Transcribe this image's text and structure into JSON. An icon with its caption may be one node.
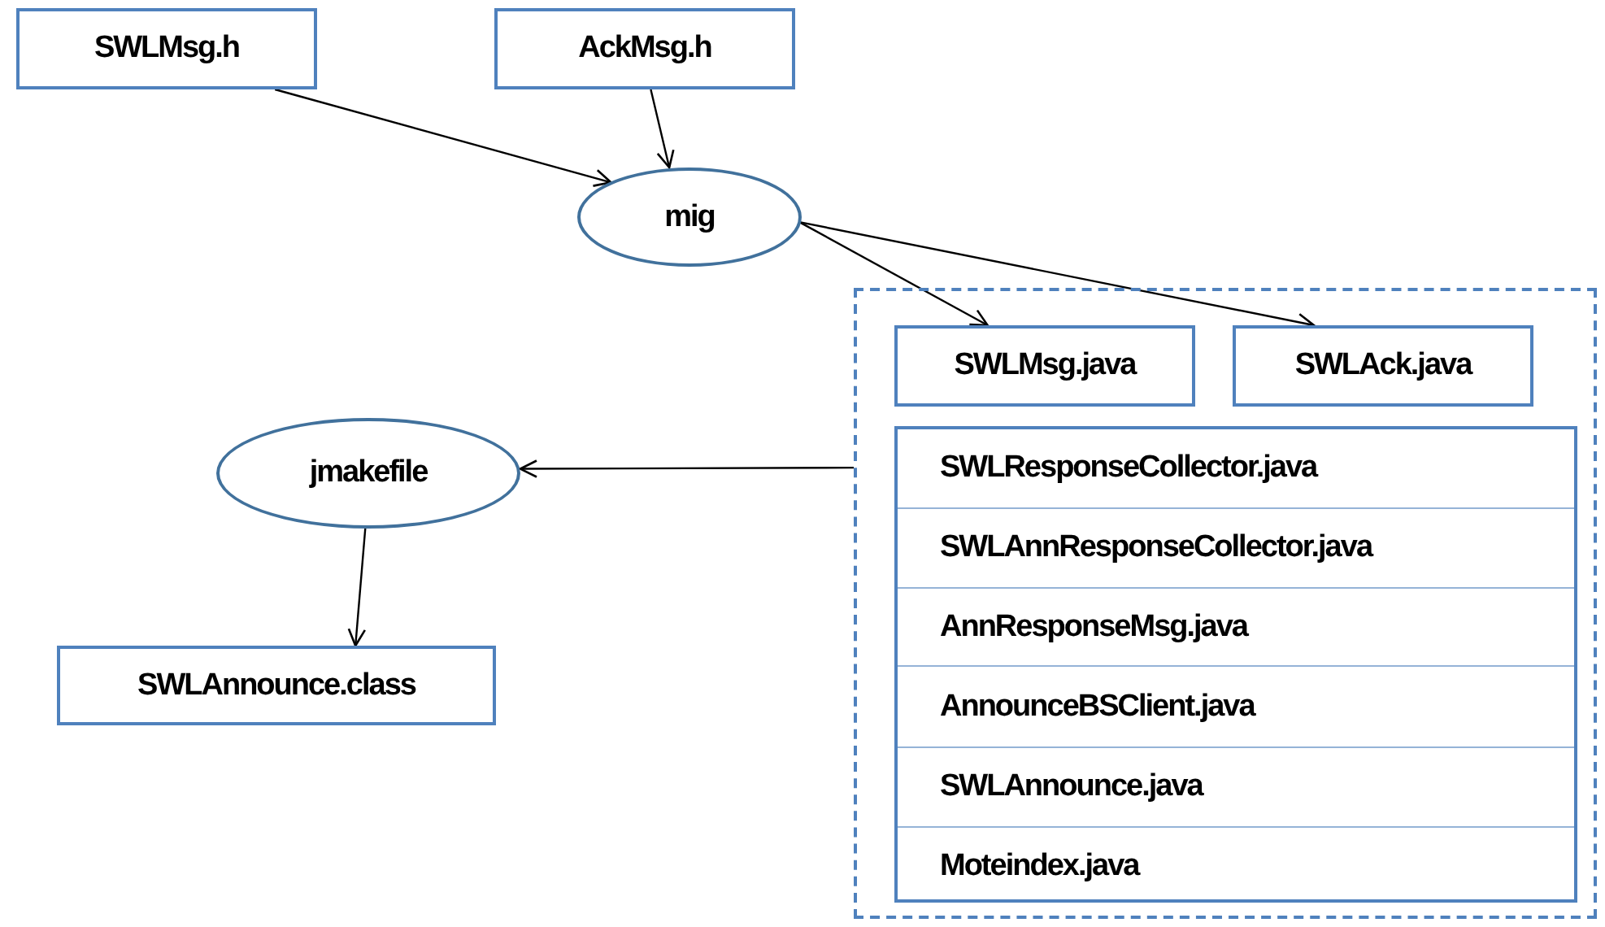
{
  "diagram": {
    "nodes": [
      {
        "text": [
          "SWLMsg.h"
        ]
      },
      {
        "text": [
          "AckMsg.h"
        ]
      },
      {
        "text": [
          "mig"
        ]
      },
      {
        "text": [],
        "shape": "box"
      },
      {
        "text": [
          "SWLMsg.java"
        ],
        "in": 3
      },
      {
        "text": [
          "SWLAck.java"
        ],
        "in": 3
      },
      {
        "text": [],
        "shape": "box",
        "in": 3
      },
      {
        "text": [
          "SWLResponseCollector.java"
        ],
        "in": 6
      },
      {
        "text": [
          "SWLAnnResponseCollector.java"
        ],
        "in": 6
      },
      {
        "text": [
          "AnnResponseMsg.java"
        ],
        "in": 6
      },
      {
        "text": [
          "AnnounceBSClient.java"
        ],
        "in": 6
      },
      {
        "text": [
          "SWLAnnounce.java"
        ],
        "in": 6
      },
      {
        "text": [
          "Moteindex.java"
        ],
        "in": 6
      },
      {
        "text": [
          "jmakefile"
        ]
      },
      {
        "text": [
          "SWLAnnounce.class"
        ]
      }
    ],
    "edges": [
      {
        "from": 0,
        "to": 2,
        "arrow": "to"
      },
      {
        "from": 1,
        "to": 2,
        "arrow": "to"
      },
      {
        "from": 2,
        "to": 4,
        "arrow": "to"
      },
      {
        "from": 2,
        "to": 5,
        "arrow": "to"
      },
      {
        "from": 3,
        "to": 13,
        "arrow": "to"
      },
      {
        "from": 13,
        "to": 14,
        "arrow": "to"
      }
    ]
  }
}
